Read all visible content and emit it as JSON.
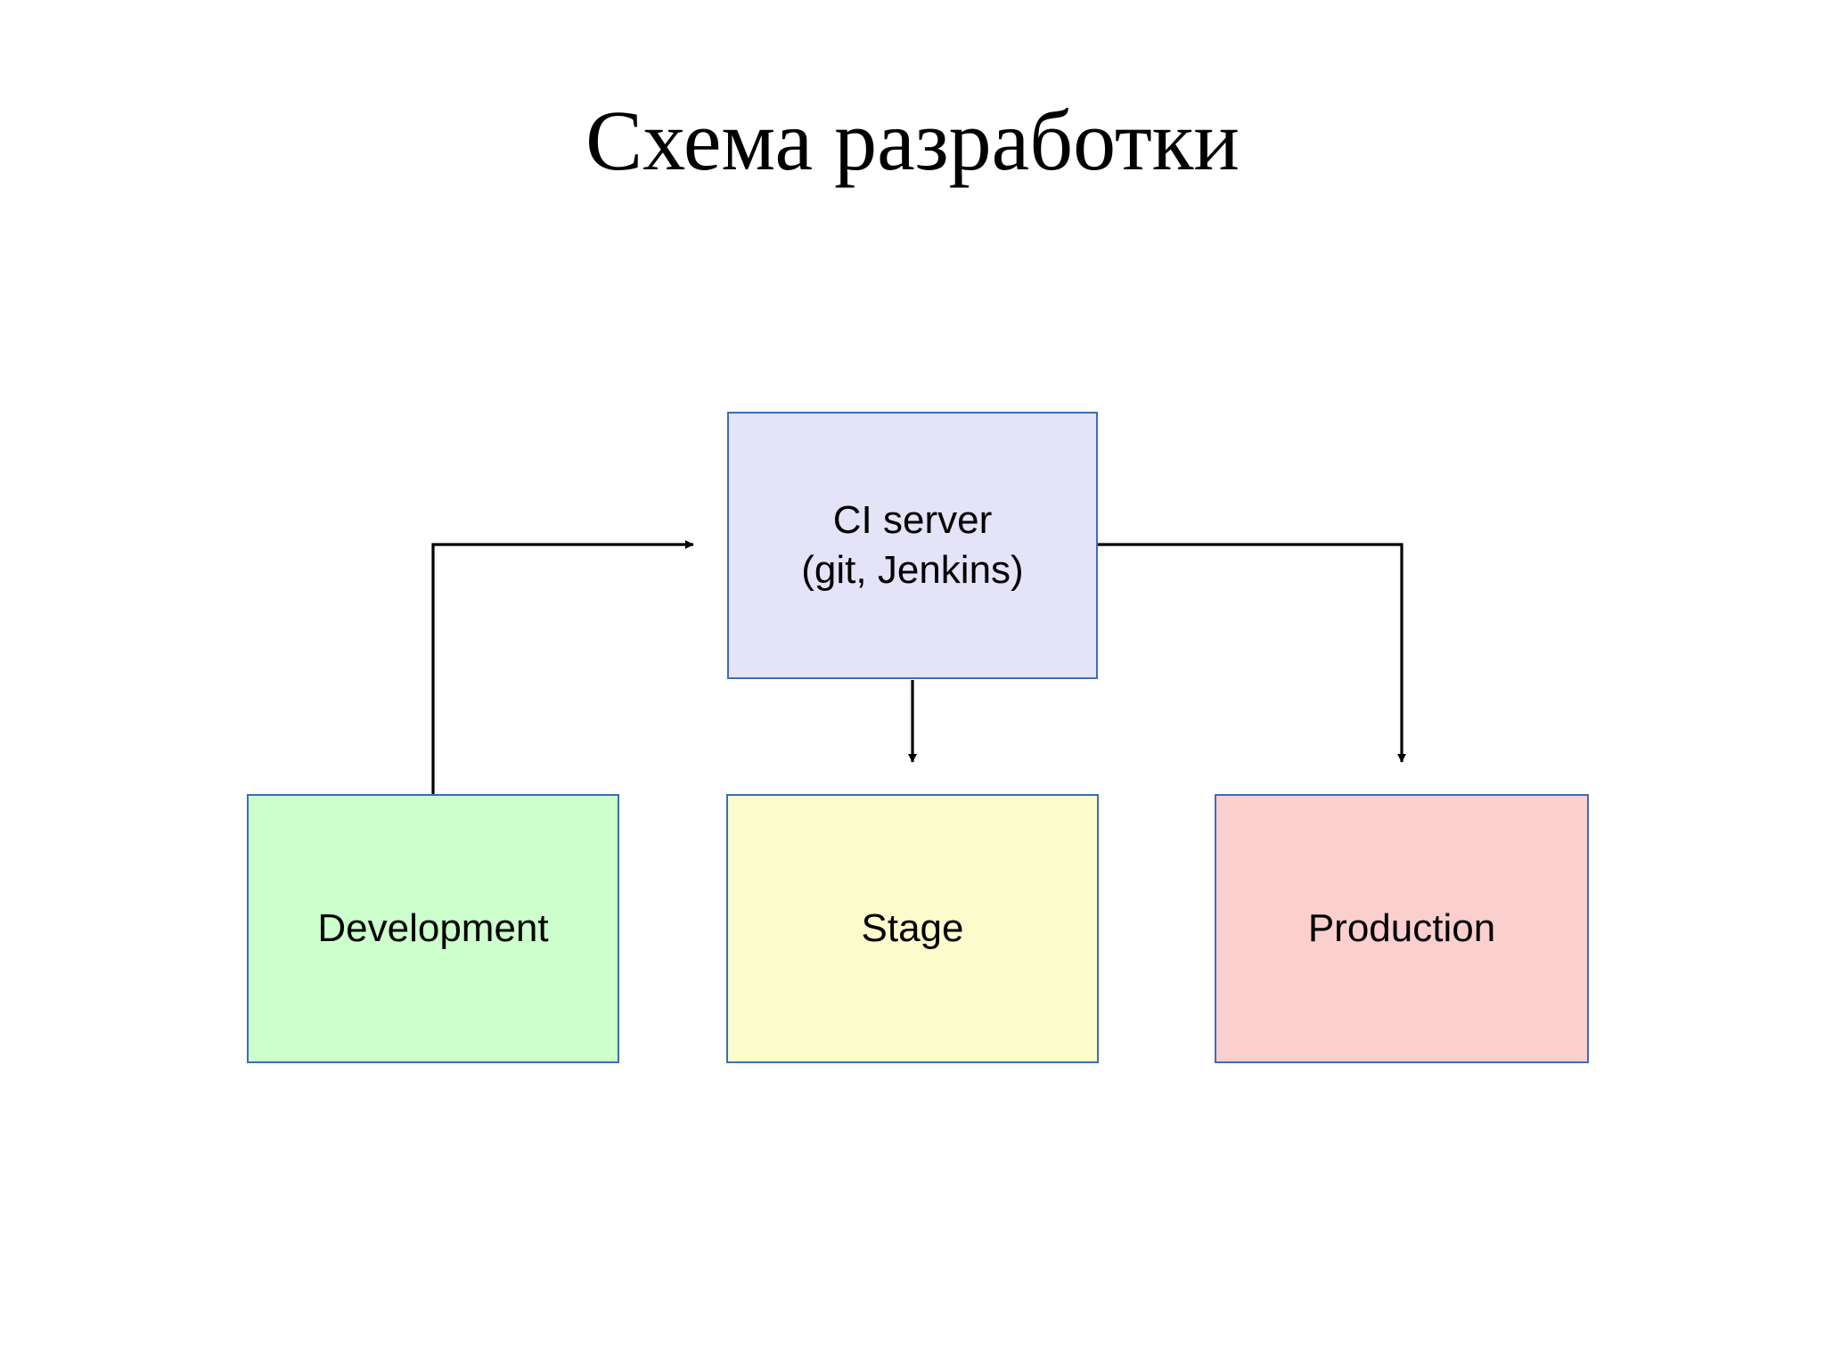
{
  "slide": {
    "title": "Схема разработки",
    "background_color": "#ffffff"
  },
  "diagram": {
    "type": "flowchart",
    "node_border_color": "#3c6eb4",
    "connector_color": "#000000",
    "nodes": [
      {
        "id": "ci-server",
        "label": "CI server\n(git, Jenkins)",
        "line1": "CI server",
        "line2": "(git, Jenkins)",
        "fill_color": "#e4e3f8",
        "border_color": "#3c6eb4"
      },
      {
        "id": "development",
        "label": "Development",
        "fill_color": "#ccffcc",
        "border_color": "#3c6eb4"
      },
      {
        "id": "stage",
        "label": "Stage",
        "fill_color": "#fbfbcc",
        "border_color": "#3c6eb4"
      },
      {
        "id": "production",
        "label": "Production",
        "fill_color": "#fccfcf",
        "border_color": "#3c6eb4"
      }
    ],
    "connectors": [
      {
        "id": "development-to-ci",
        "from": "development",
        "to": "ci-server",
        "arrowhead": "end"
      },
      {
        "id": "ci-to-stage",
        "from": "ci-server",
        "to": "stage",
        "arrowhead": "end"
      },
      {
        "id": "ci-to-production",
        "from": "ci-server",
        "to": "production",
        "arrowhead": "end"
      }
    ]
  }
}
